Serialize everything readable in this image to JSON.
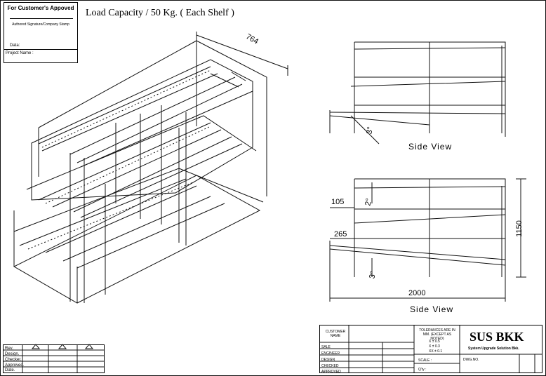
{
  "approval": {
    "header": "For Customer's  Appoved",
    "signature": "Authored Signature/Company Stamp",
    "date": "Data:",
    "project": "Project Name :"
  },
  "load_capacity": "Load Capacity / 50 Kg. ( Each Shelf )",
  "dimensions": {
    "depth": "764",
    "top_offset": "105",
    "bottom_offset": "265",
    "height": "1150",
    "length": "2000",
    "angle_top": "2°",
    "angle_bottom": "3°",
    "angle_side": "3°"
  },
  "views": {
    "upper": "Side View",
    "lower": "Side View"
  },
  "revision_table": {
    "rows": [
      "Rev.",
      "Design.",
      "Checker.",
      "Approved.",
      "Date."
    ]
  },
  "title_block": {
    "customer": "CUSTOMER NAME",
    "sale": "SALE",
    "engineer": "ENGINEER",
    "design": "DESIGN",
    "checked": "CHECKED",
    "approved": "APPROVED",
    "tolerance_title": "TOLERANCES ARE IN MM. (EXCEPT AS NOTED)",
    "tol_x": "X   ±  0.5",
    "tol_xx": "X   ±  0.3",
    "tol_xxx": "XX  ±  0.1",
    "scale": "SCALE :",
    "qty": "Q'ty  :",
    "dwg": "DWG.NO.",
    "company": "SUS BKK",
    "tagline": "System Upgrade Solution Bkk."
  }
}
